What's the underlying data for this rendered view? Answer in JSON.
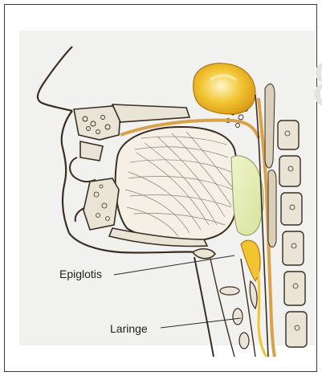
{
  "labels": {
    "epiglotis": "Epiglotis",
    "laringe": "Laringe"
  },
  "colors": {
    "outline": "#3a2e22",
    "tissue": "#f4f0e6",
    "bone": "#e9e4d6",
    "mucosa_orange": "#d9a24a",
    "adenoid_yellow": "#f2c431",
    "tonsil_green": "#e3ecb8",
    "background_plate": "#f1f1ef"
  },
  "icons": [
    "leader-line-epiglotis",
    "leader-line-laringe"
  ]
}
